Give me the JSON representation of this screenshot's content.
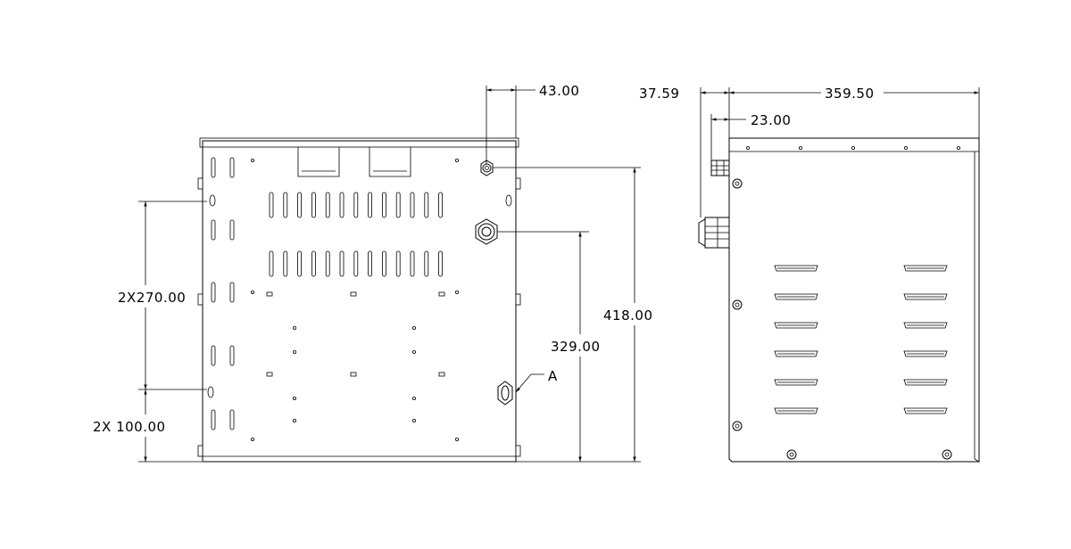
{
  "front_view": {
    "dims": {
      "top_offset": "43.00",
      "overall_height": "418.00",
      "inner_height": "329.00",
      "left_spacing": "2X270.00",
      "left_bottom": "2X 100.00"
    },
    "callout": "A"
  },
  "side_view": {
    "dims": {
      "width": "359.50",
      "left_offset": "37.59",
      "fitting_offset": "23.00"
    }
  }
}
